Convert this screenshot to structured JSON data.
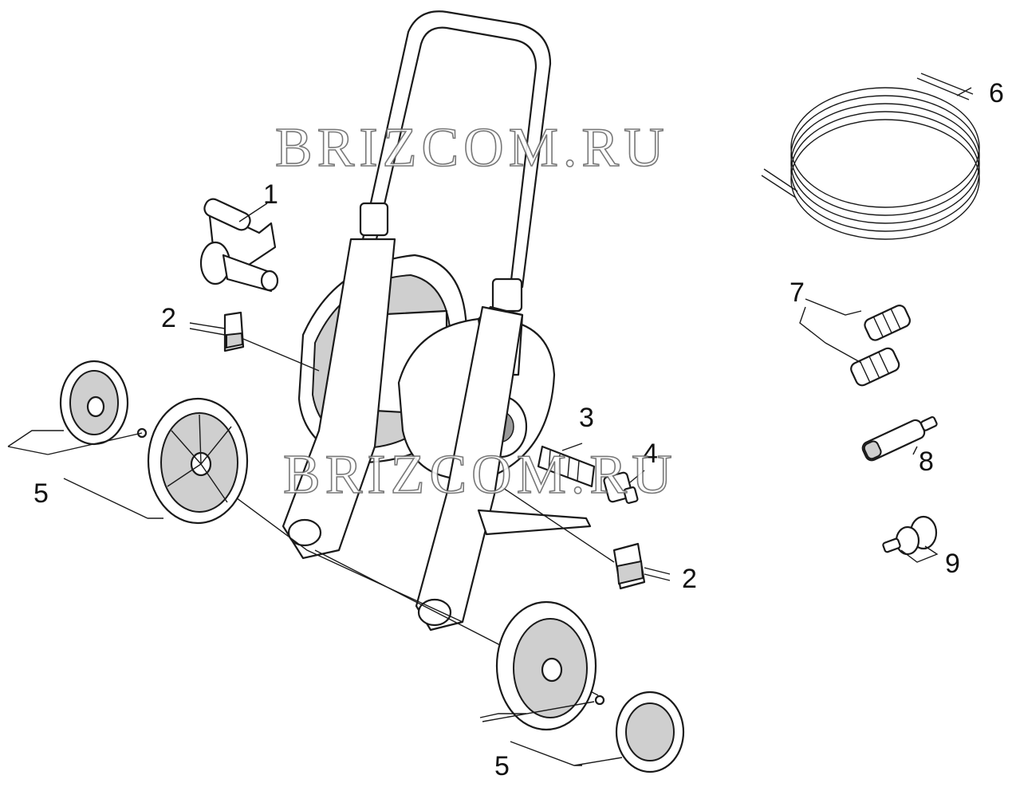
{
  "watermarks": {
    "top": "BRIZCOM.RU",
    "middle": "BRIZCOM.RU"
  },
  "callouts": {
    "c1": "1",
    "c2a": "2",
    "c2b": "2",
    "c3": "3",
    "c4": "4",
    "c5a": "5",
    "c5b": "5",
    "c6": "6",
    "c7": "7",
    "c8": "8",
    "c9": "9"
  },
  "colors": {
    "line": "#1a1a1a",
    "fill": "#ffffff",
    "shade": "#9a9a9a",
    "watermark_stroke": "#6a6a6a"
  }
}
